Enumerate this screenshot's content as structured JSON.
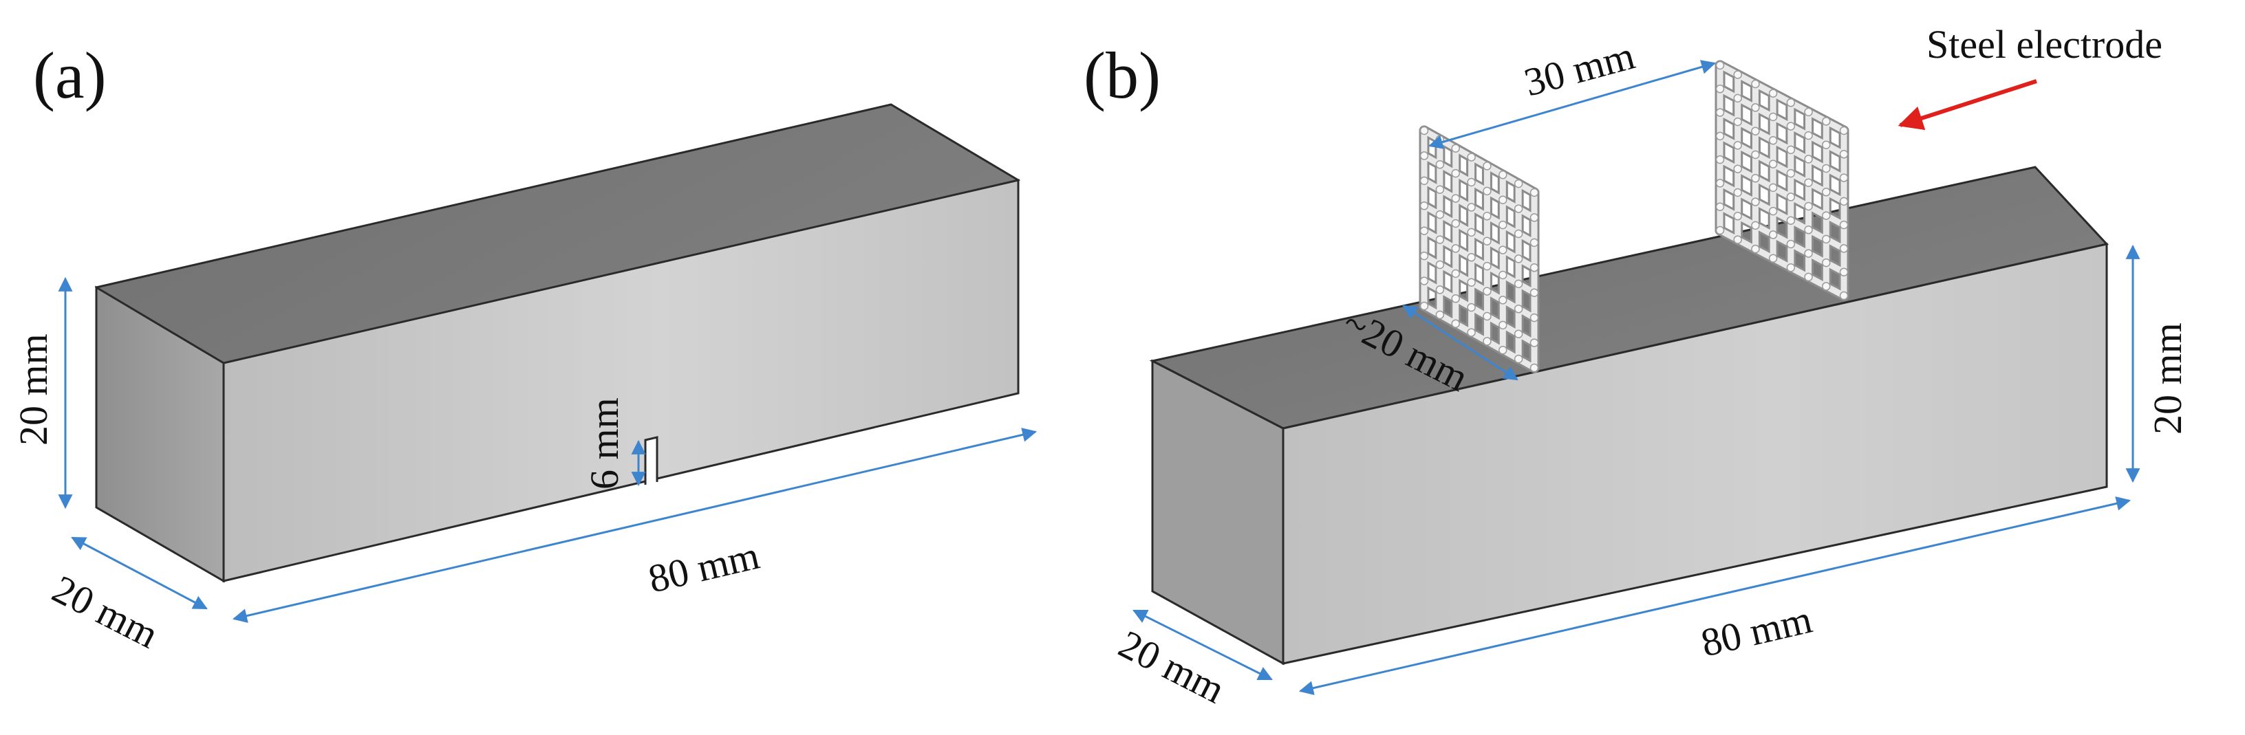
{
  "colors": {
    "dimension_line": "#3d86cf",
    "callout_arrow": "#e0201b",
    "block_top": "#7c7c7c",
    "block_front": "#c9c9c9",
    "block_side": "#9b9b9b",
    "block_edge": "#2a2a2a",
    "electrode": "#e9e9e9"
  },
  "panel_a": {
    "label": "(a)",
    "dims": {
      "height": "20 mm",
      "depth": "20 mm",
      "length": "80 mm",
      "notch": "6 mm"
    }
  },
  "panel_b": {
    "label": "(b)",
    "callout": "Steel electrode",
    "dims": {
      "spacing": "30 mm",
      "electrode_width": "~20 mm",
      "height": "20 mm",
      "depth": "20 mm",
      "length": "80 mm"
    }
  }
}
